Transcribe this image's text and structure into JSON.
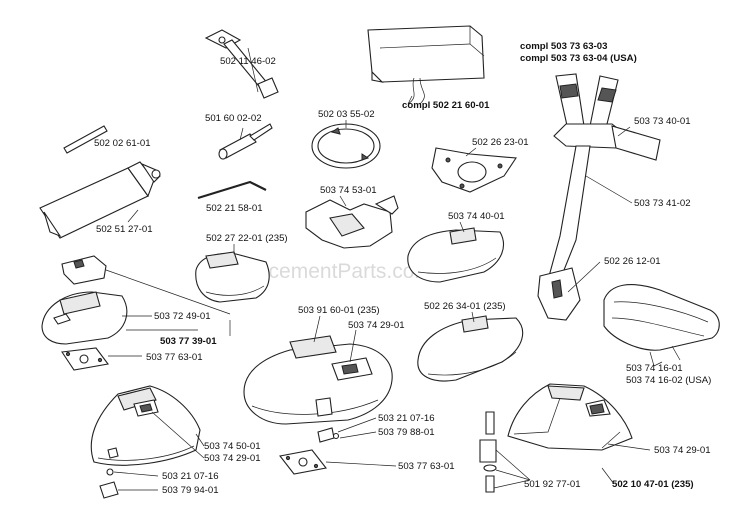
{
  "watermark": "eReplacementParts.com",
  "labels": {
    "p1": "502 11 46-02",
    "p2": "501 60 02-02",
    "p3": "502 02 61-01",
    "p4": "502 03 55-02",
    "p5": "compl 502 21 60-01",
    "p6": "compl 503 73 63-03",
    "p7": "compl 503 73 63-04 (USA)",
    "p8": "503 73 40-01",
    "p9": "502 26 23-01",
    "p10": "503 74 53-01",
    "p11": "502 21 58-01",
    "p12": "502 51 27-01",
    "p13": "502 27 22-01 (235)",
    "p14": "503 74 40-01",
    "p15": "503 73 41-02",
    "p16": "502 26 12-01",
    "p17": "502 26 34-01 (235)",
    "p18": "503 72 49-01",
    "p19": "503 77 39-01",
    "p20": "503 77 63-01",
    "p21": "503 91 60-01 (235)",
    "p22": "503 74 29-01",
    "p23": "503 74 16-01",
    "p24": "503 74 16-02 (USA)",
    "p25": "503 74 50-01",
    "p26": "503 74 29-01",
    "p27": "503 21 07-16",
    "p28": "503 79 88-01",
    "p29": "503 74 29-01",
    "p30": "503 77 63-01",
    "p31": "503 21 07-16",
    "p32": "503 79 94-01",
    "p33": "501 92 77-01",
    "p34": "502 10 47-01 (235)"
  }
}
